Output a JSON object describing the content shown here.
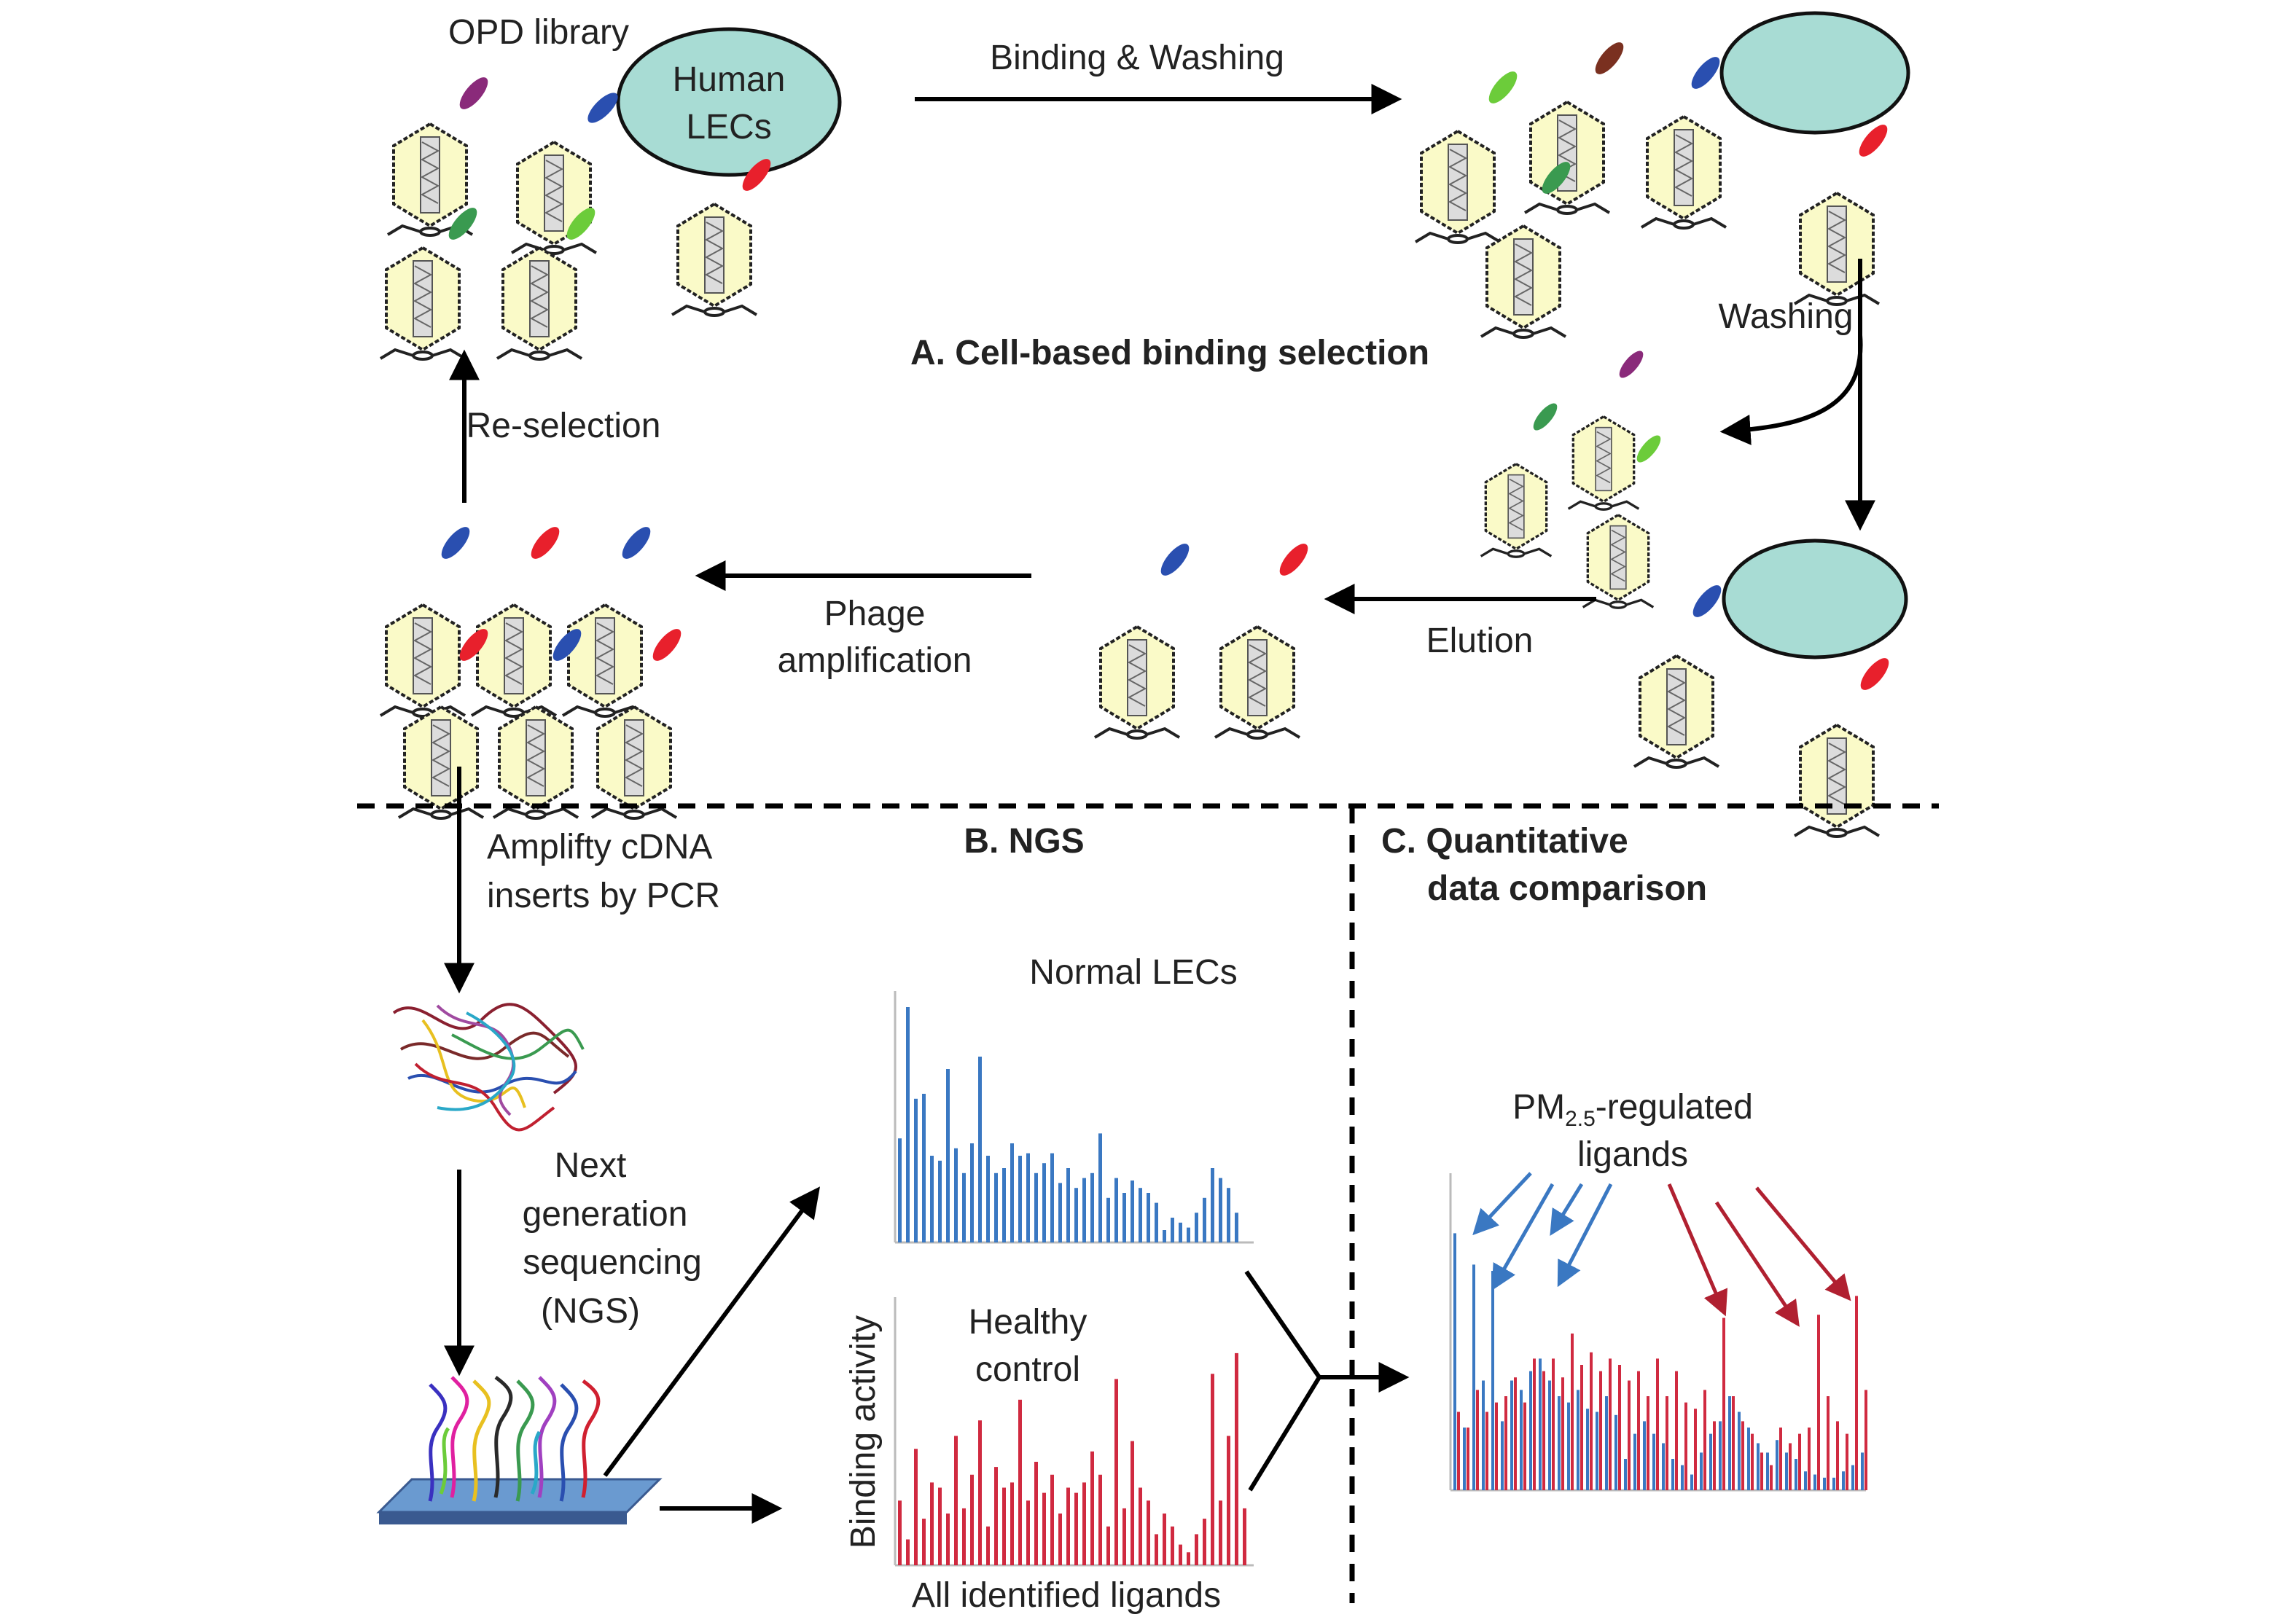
{
  "labels": {
    "opd_library": "OPD library",
    "human": "Human",
    "lecs": "LECs",
    "binding_washing": "Binding & Washing",
    "washing": "Washing",
    "section_a": "A. Cell-based binding selection",
    "reselection": "Re-selection",
    "phage": "Phage",
    "amplification": "amplification",
    "elution": "Elution",
    "amplify_line1": "Amplifty cDNA",
    "amplify_line2": "inserts by PCR",
    "section_b": "B. NGS",
    "section_c_line1": "C. Quantitative",
    "section_c_line2": "data comparison",
    "normal_lecs": "Normal LECs",
    "next": "Next",
    "generation": "generation",
    "sequencing": "sequencing",
    "ngs": "(NGS)",
    "healthy": "Healthy",
    "control": "control",
    "binding_activity": "Binding activity",
    "all_ligands": "All identified ligands",
    "pm": "PM",
    "pm_sub": "2.5",
    "pm_suffix": "-regulated",
    "ligands": "ligands"
  },
  "colors": {
    "cell": "#a8dcd4",
    "phage_head": "#fafac8",
    "blue_bars": "#3a78c2",
    "red_bars": "#d02a40",
    "arrow_blue": "#3a78c2",
    "arrow_red": "#b02030",
    "ligand_red": "#e8202c",
    "ligand_blue": "#2a4fb0",
    "ligand_purple": "#8a2a7a",
    "ligand_green": "#3a9a50",
    "ligand_lightgreen": "#6ccc3a",
    "ligand_brown": "#7a3020"
  },
  "chart_data": [
    {
      "type": "bar",
      "title": "Normal LECs",
      "xlabel": "",
      "ylabel": "",
      "values": [
        0.42,
        0.95,
        0.58,
        0.6,
        0.35,
        0.33,
        0.7,
        0.38,
        0.28,
        0.4,
        0.75,
        0.35,
        0.28,
        0.3,
        0.4,
        0.35,
        0.36,
        0.28,
        0.32,
        0.36,
        0.24,
        0.3,
        0.22,
        0.26,
        0.28,
        0.44,
        0.18,
        0.26,
        0.2,
        0.25,
        0.22,
        0.2,
        0.16,
        0.05,
        0.1,
        0.08,
        0.06,
        0.12,
        0.18,
        0.3,
        0.26,
        0.22,
        0.12
      ]
    },
    {
      "type": "bar",
      "title": "Healthy control",
      "xlabel": "All identified ligands",
      "ylabel": "Binding activity",
      "values": [
        0.25,
        0.1,
        0.45,
        0.18,
        0.32,
        0.3,
        0.2,
        0.5,
        0.22,
        0.35,
        0.56,
        0.15,
        0.38,
        0.3,
        0.32,
        0.64,
        0.25,
        0.4,
        0.28,
        0.35,
        0.2,
        0.3,
        0.28,
        0.32,
        0.44,
        0.35,
        0.15,
        0.72,
        0.22,
        0.48,
        0.3,
        0.25,
        0.12,
        0.2,
        0.15,
        0.08,
        0.05,
        0.12,
        0.18,
        0.74,
        0.25,
        0.5,
        0.82,
        0.22
      ]
    },
    {
      "type": "bar",
      "title": "PM2.5-regulated ligands",
      "xlabel": "",
      "ylabel": "",
      "series": [
        {
          "name": "blue",
          "values": [
            0.82,
            0.2,
            0.72,
            0.35,
            0.7,
            0.22,
            0.35,
            0.32,
            0.38,
            0.42,
            0.35,
            0.3,
            0.28,
            0.32,
            0.26,
            0.25,
            0.3,
            0.24,
            0.1,
            0.18,
            0.22,
            0.18,
            0.15,
            0.1,
            0.08,
            0.05,
            0.12,
            0.18,
            0.22,
            0.3,
            0.25,
            0.2,
            0.15,
            0.12,
            0.16,
            0.12,
            0.1,
            0.06,
            0.05,
            0.04,
            0.04,
            0.06,
            0.08,
            0.12
          ]
        },
        {
          "name": "red",
          "values": [
            0.25,
            0.2,
            0.32,
            0.25,
            0.28,
            0.3,
            0.36,
            0.28,
            0.42,
            0.38,
            0.42,
            0.36,
            0.5,
            0.4,
            0.44,
            0.38,
            0.42,
            0.4,
            0.35,
            0.38,
            0.3,
            0.42,
            0.3,
            0.38,
            0.28,
            0.26,
            0.32,
            0.22,
            0.55,
            0.3,
            0.22,
            0.18,
            0.12,
            0.08,
            0.2,
            0.15,
            0.18,
            0.2,
            0.56,
            0.3,
            0.22,
            0.18,
            0.62,
            0.32
          ]
        }
      ]
    }
  ]
}
